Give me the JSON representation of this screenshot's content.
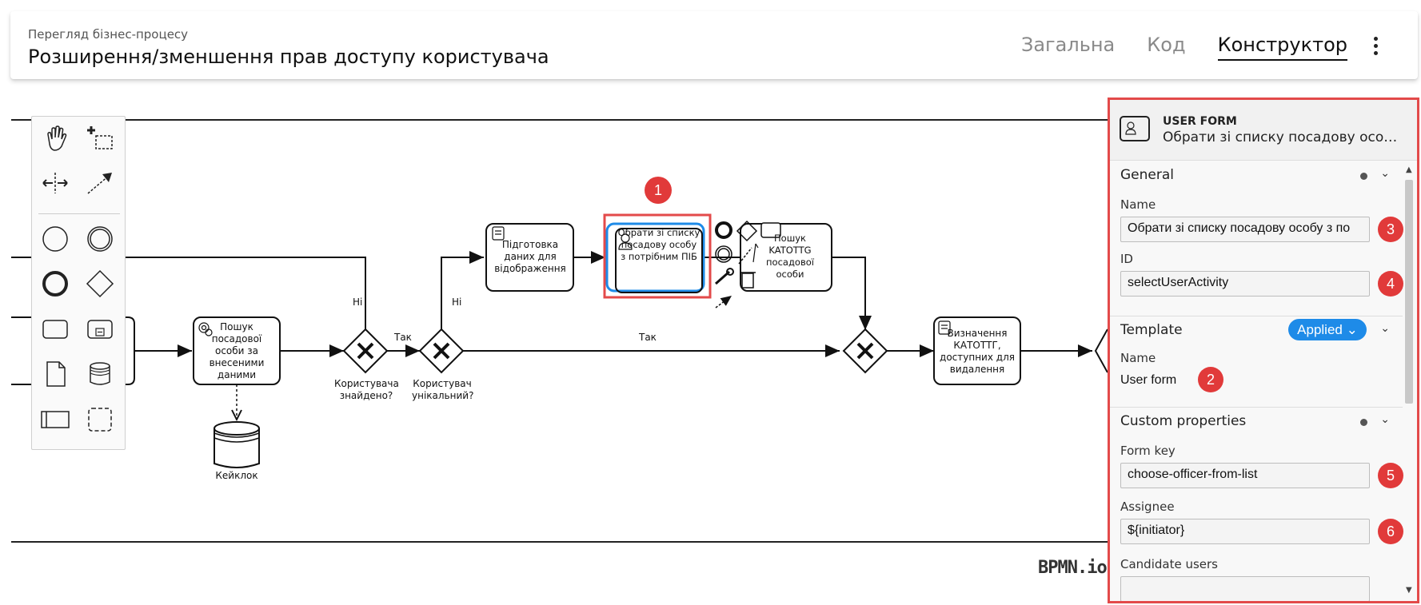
{
  "header": {
    "subtitle": "Перегляд бізнес-процесу",
    "title": "Розширення/зменшення прав доступу користувача",
    "tabs": [
      {
        "label": "Загальна",
        "active": false
      },
      {
        "label": "Код",
        "active": false
      },
      {
        "label": "Конструктор",
        "active": true
      }
    ]
  },
  "diagram": {
    "tasks": {
      "search_officer": "Пошук посадової особи за внесеними даними",
      "prepare_data": "Підготовка даних для відображення",
      "select_user": "Обрати зі списку посадову особу з потрібним ПІБ",
      "search_katottg": "Пошук KATOTTG посадової особи",
      "determine_katottg": "Визначення КАТОТТГ, доступних для видалення"
    },
    "gateways": {
      "user_found": "Користувача знайдено?",
      "user_unique": "Користувач унікальний?"
    },
    "datastore": "Кейклок",
    "flows": {
      "no_1": "Ні",
      "yes_1": "Так",
      "no_2": "Ні",
      "yes_2": "Так"
    },
    "watermark": "BPMN.io",
    "badge_1": "1"
  },
  "panel": {
    "element_type": "USER FORM",
    "element_name": "Обрати зі списку посадову особу з ...",
    "general": {
      "title": "General",
      "name_label": "Name",
      "name_value": "Обрати зі списку посадову особу з по",
      "id_label": "ID",
      "id_value": "selectUserActivity"
    },
    "template": {
      "title": "Template",
      "status": "Applied",
      "name_label": "Name",
      "name_value": "User form"
    },
    "custom": {
      "title": "Custom properties",
      "form_key_label": "Form key",
      "form_key_value": "choose-officer-from-list",
      "assignee_label": "Assignee",
      "assignee_value": "${initiator}",
      "candidate_label": "Candidate users",
      "candidate_value": ""
    },
    "badges": [
      "2",
      "3",
      "4",
      "5",
      "6"
    ]
  },
  "colors": {
    "accent": "#1e8be8",
    "highlight": "#e34a4a",
    "badge": "#e13a3a"
  }
}
